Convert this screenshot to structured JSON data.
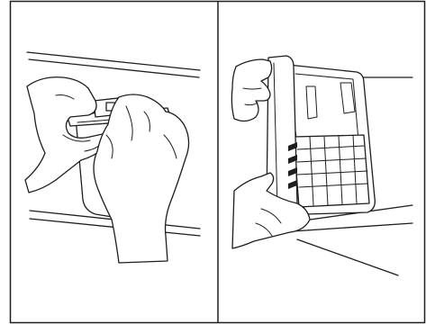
{
  "figure": {
    "panels": [
      {
        "id": "left",
        "depicts": "two-hands-pressing-tab-to-release-filter"
      },
      {
        "id": "right",
        "depicts": "hand-pulling-out-filter-grille"
      }
    ],
    "colors": {
      "stroke": "#1e1e1e",
      "background": "#ffffff"
    }
  }
}
